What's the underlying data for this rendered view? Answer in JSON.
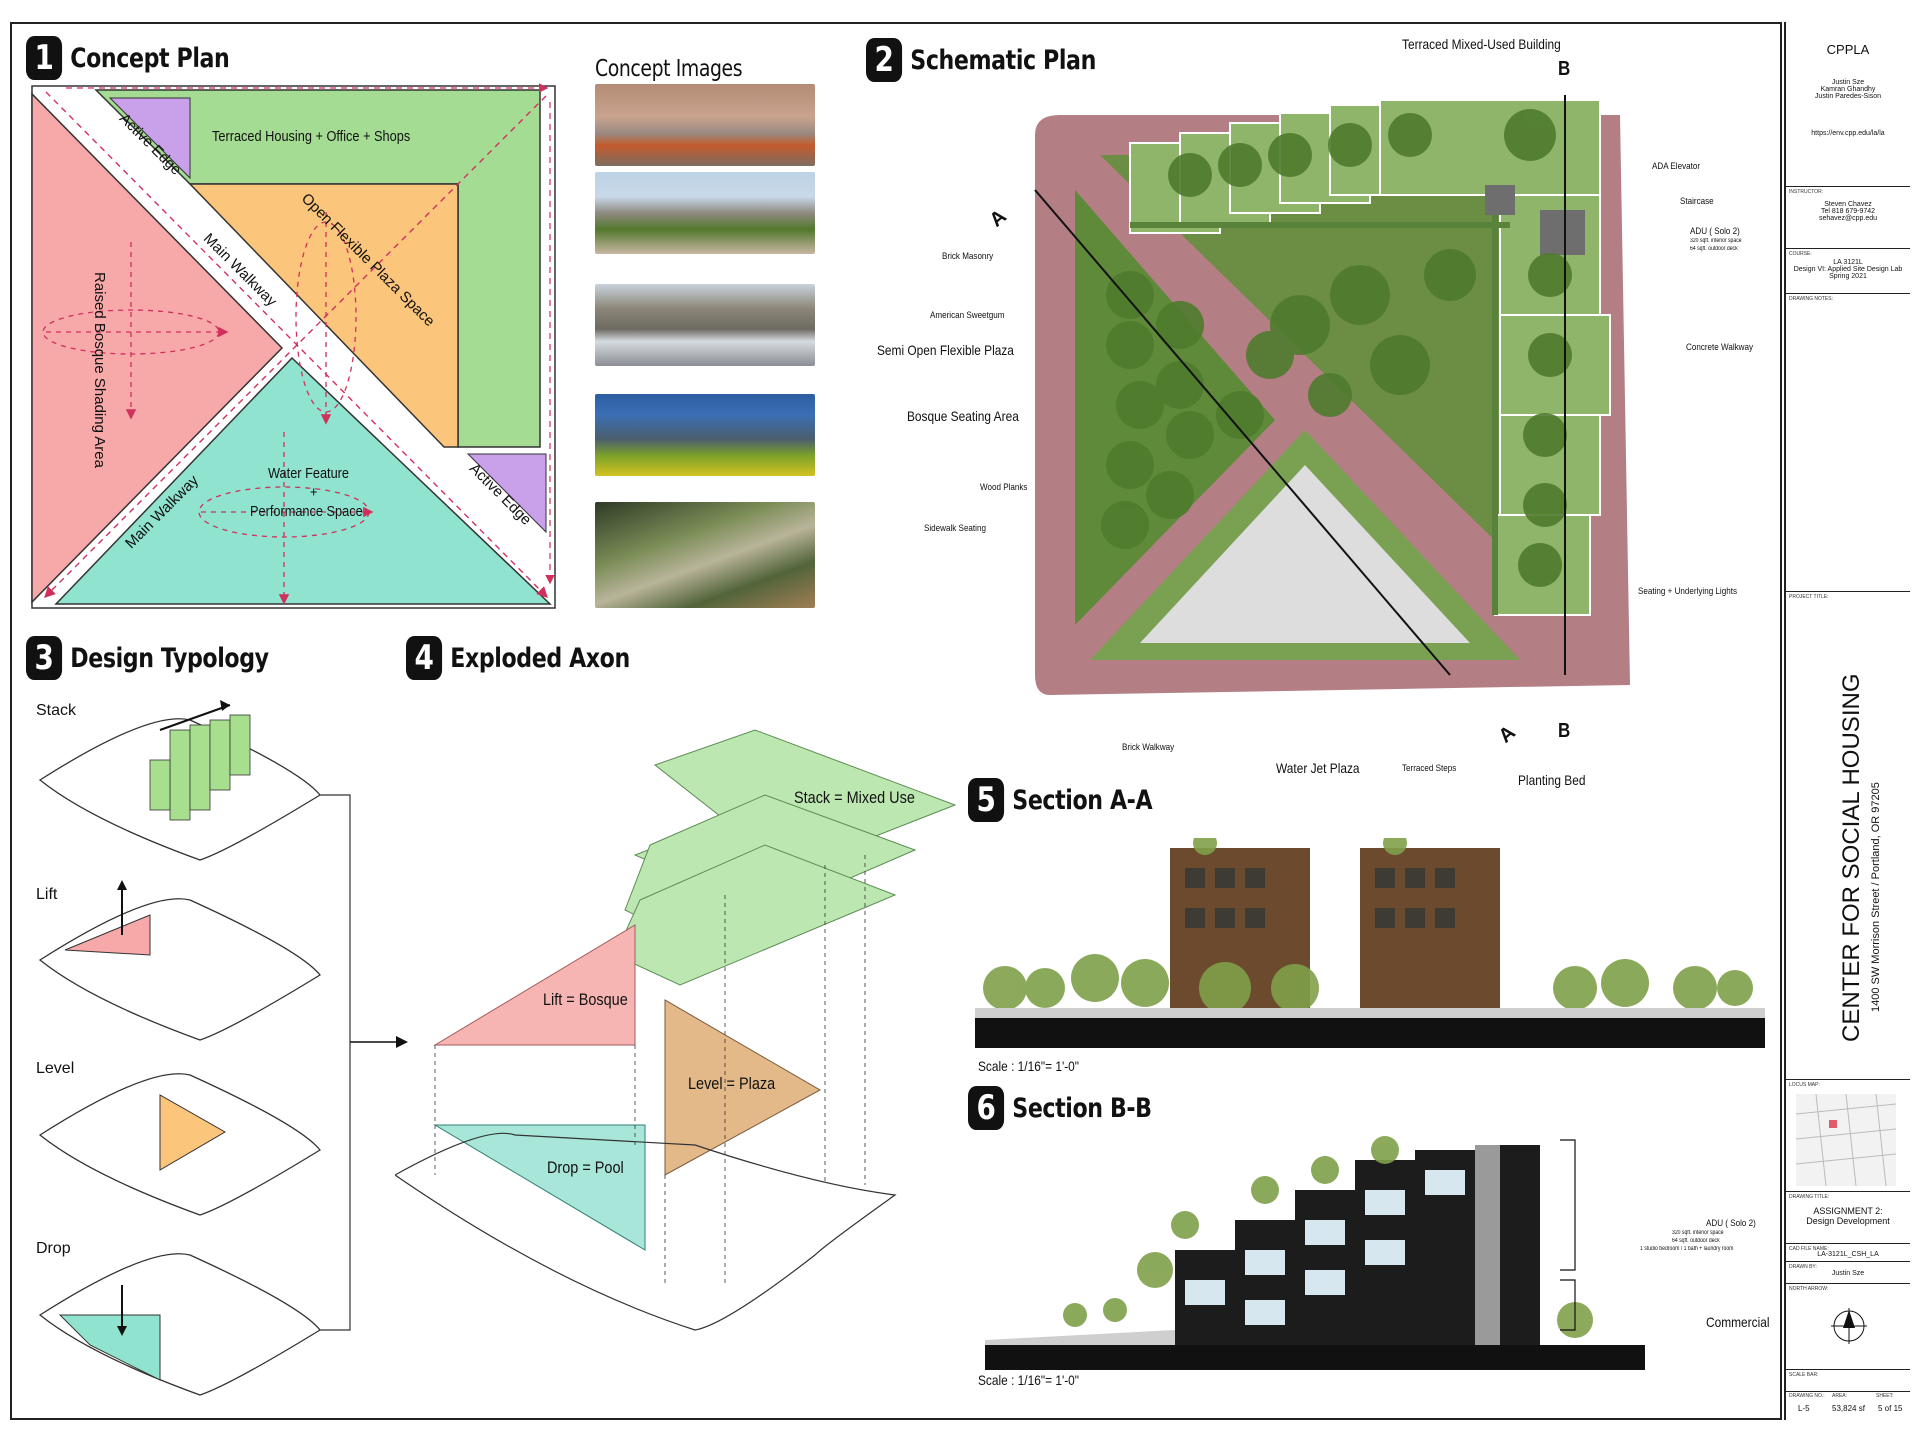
{
  "sections": {
    "concept_plan": {
      "num": "1",
      "title": "Concept Plan"
    },
    "concept_images": {
      "title": "Concept Images"
    },
    "schematic_plan": {
      "num": "2",
      "title": "Schematic Plan"
    },
    "design_typology": {
      "num": "3",
      "title": "Design Typology"
    },
    "exploded_axon": {
      "num": "4",
      "title": "Exploded Axon"
    },
    "section_aa": {
      "num": "5",
      "title": "Section A-A"
    },
    "section_bb": {
      "num": "6",
      "title": "Section B-B"
    }
  },
  "concept_plan_labels": {
    "terraced": "Terraced Housing + Office + Shops",
    "plaza": "Open Flexible Plaza Space",
    "bosque": "Raised Bosque Shading Area",
    "water_line1": "Water Feature",
    "water_plus": "+",
    "water_line2": "Performance Space",
    "main_walkway_1": "Main Walkway",
    "main_walkway_2": "Main Walkway",
    "active_edge_1": "Active Edge",
    "active_edge_2": "Active Edge"
  },
  "schematic_labels": {
    "terraced_building": "Terraced Mixed-Used Building",
    "section_b_top": "B",
    "section_b_bottom": "B",
    "section_a_top": "A",
    "section_a_bottom": "A",
    "ada_elevator": "ADA Elevator",
    "staircase": "Staircase",
    "adu": "ADU ( Solo 2)",
    "adu_note1": "320 sqft. interior space",
    "adu_note2": "64 sqft. outdoor deck",
    "brick_masonry": "Brick Masonry",
    "american_sweetgum": "American Sweetgum",
    "semi_open_plaza": "Semi Open Flexible Plaza",
    "bosque_seating": "Bosque Seating Area",
    "wood_planks": "Wood Planks",
    "sidewalk_seating": "Sidewalk Seating",
    "concrete_walkway": "Concrete Walkway",
    "seating_lights": "Seating + Underlying Lights",
    "brick_walkway": "Brick Walkway",
    "water_jet_plaza": "Water Jet Plaza",
    "terraced_steps": "Terraced Steps",
    "planting_bed": "Planting Bed"
  },
  "typology": {
    "stack": "Stack",
    "lift": "Lift",
    "level": "Level",
    "drop": "Drop"
  },
  "axon": {
    "stack": "Stack = Mixed Use",
    "lift": "Lift = Bosque",
    "level": "Level = Plaza",
    "drop": "Drop = Pool"
  },
  "section_aa": {
    "scale": "Scale : 1/16\"= 1'-0\""
  },
  "section_bb": {
    "scale": "Scale : 1/16\"= 1'-0\"",
    "adu": "ADU ( Solo 2)",
    "adu_note1": "320 sqft. interior space",
    "adu_note2": "64 sqft. outdoor deck",
    "adu_note3": "1 studio bedroom / 1 bath + laundry room",
    "commercial": "Commercial"
  },
  "title_block": {
    "firm": "CPPLA",
    "team": [
      "Justin Sze",
      "Kamran Ghandhy",
      "Justin Paredes-Sison"
    ],
    "url": "https://env.cpp.edu/la/la",
    "instructor_label": "INSTRUCTOR:",
    "instructor": [
      "Steven Chavez",
      "Tel 818 679-9742",
      "sehavez@cpp.edu"
    ],
    "course_label": "COURSE:",
    "course": [
      "LA 3121L",
      "Design VI: Applied Site Design Lab",
      "Spring 2021"
    ],
    "notes_label": "DRAWING NOTES:",
    "project_label": "PROJECT TITLE:",
    "project_title": "CENTER FOR SOCIAL HOUSING",
    "project_address": "1400 SW Morrison Street / Portland, OR  97205",
    "locus_label": "LOCUS MAP:",
    "drawing_label": "DRAWING TITLE:",
    "drawing_title": [
      "ASSIGNMENT 2:",
      "Design Development"
    ],
    "cad_label": "CAD FILE NAME:",
    "cad_file": "LA-3121L_CSH_LA",
    "drawn_label": "DRAWN BY:",
    "drawn_by": "Justin Sze",
    "north_label": "NORTH ARROW:",
    "scale_label": "SCALE BAR:",
    "drawing_no_label": "DRAWING NO.:",
    "area_label": "AREA:",
    "sheet_label": "SHEET:",
    "drawing_no": "L-5",
    "area": "53,824 sf",
    "sheet": "5 of 15"
  },
  "colors": {
    "terraced": "#a5dc93",
    "plaza": "#fcc57c",
    "bosque": "#f6a9a8",
    "water": "#8fe3cf",
    "active_edge": "#c9a0ea",
    "arrow": "#d0305c",
    "brick": "#b37e84",
    "lawn": "#6b9a4a",
    "tree": "#5e8a3a"
  }
}
